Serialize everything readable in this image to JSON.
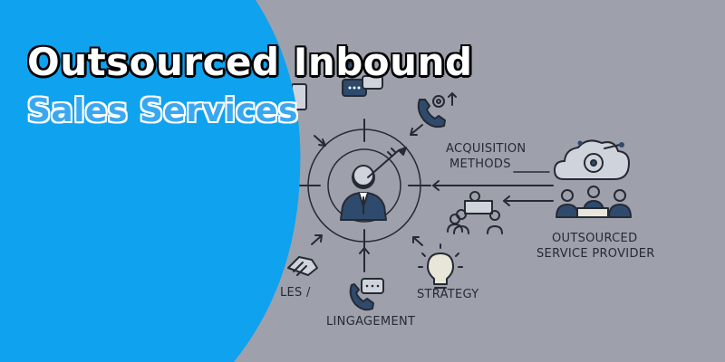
{
  "title": {
    "line1": "Outsourced Inbound",
    "line2": "Sales Services"
  },
  "diagram": {
    "acquisition_methods_line1": "ACQUISITION",
    "acquisition_methods_line2": "METHODS",
    "outsourced_provider_line1": "OUTSOURCED",
    "outsourced_provider_line2": "SERVICE PROVIDER",
    "strategy": "STRATEGY",
    "engagement": "LINGAGEMENT",
    "sales_partial": "LES /"
  },
  "colors": {
    "background": "#9ea1ab",
    "accent_blue": "#0fa2ef",
    "title_white": "#ffffff",
    "title_blue": "#3aa8f0",
    "ink": "#262a33"
  },
  "icons": [
    "target-icon",
    "person-icon",
    "arrow-icon",
    "phone-icon",
    "gear-icon",
    "chat-icon",
    "cloud-icon",
    "team-icon",
    "lightbulb-icon",
    "handshake-icon"
  ]
}
